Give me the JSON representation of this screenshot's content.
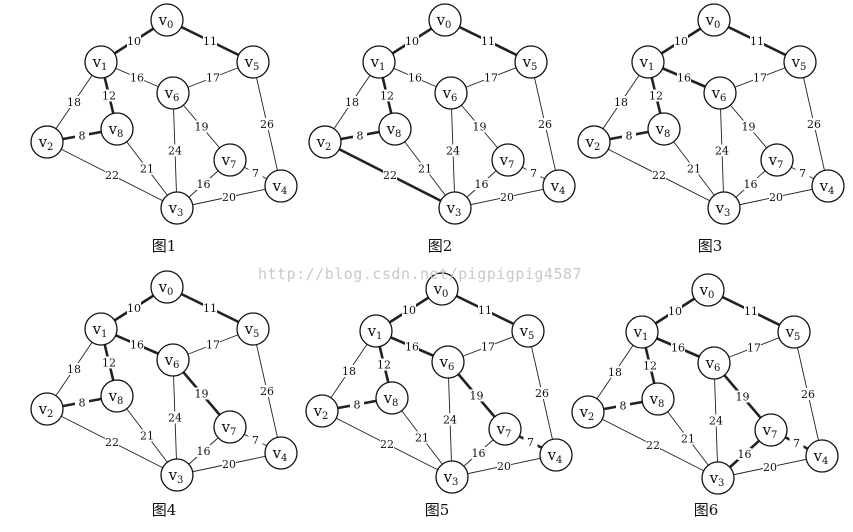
{
  "watermark": "http://blog.csdn.net/pigpigpig4587",
  "vertices": [
    "0",
    "1",
    "2",
    "3",
    "4",
    "5",
    "6",
    "7",
    "8"
  ],
  "vertex_prefix": "v",
  "edges": [
    {
      "u": 0,
      "v": 1,
      "w": "10"
    },
    {
      "u": 0,
      "v": 5,
      "w": "11"
    },
    {
      "u": 1,
      "v": 2,
      "w": "18"
    },
    {
      "u": 1,
      "v": 8,
      "w": "12"
    },
    {
      "u": 1,
      "v": 6,
      "w": "16"
    },
    {
      "u": 2,
      "v": 8,
      "w": "8"
    },
    {
      "u": 2,
      "v": 3,
      "w": "22"
    },
    {
      "u": 8,
      "v": 3,
      "w": "21"
    },
    {
      "u": 6,
      "v": 5,
      "w": "17"
    },
    {
      "u": 6,
      "v": 3,
      "w": "24"
    },
    {
      "u": 6,
      "v": 7,
      "w": "19"
    },
    {
      "u": 5,
      "v": 4,
      "w": "26"
    },
    {
      "u": 7,
      "v": 3,
      "w": "16"
    },
    {
      "u": 7,
      "v": 4,
      "w": "7"
    },
    {
      "u": 3,
      "v": 4,
      "w": "20"
    }
  ],
  "figures": [
    {
      "caption": "图1",
      "bold_edges": [
        0,
        1,
        3,
        5
      ]
    },
    {
      "caption": "图2",
      "bold_edges": [
        0,
        1,
        3,
        5,
        6
      ]
    },
    {
      "caption": "图3",
      "bold_edges": [
        0,
        1,
        3,
        4,
        5
      ]
    },
    {
      "caption": "图4",
      "bold_edges": [
        0,
        1,
        3,
        4,
        5,
        10
      ]
    },
    {
      "caption": "图5",
      "bold_edges": [
        0,
        1,
        3,
        4,
        5,
        10,
        13
      ]
    },
    {
      "caption": "图6",
      "bold_edges": [
        0,
        1,
        3,
        4,
        5,
        10,
        12,
        13
      ]
    }
  ]
}
